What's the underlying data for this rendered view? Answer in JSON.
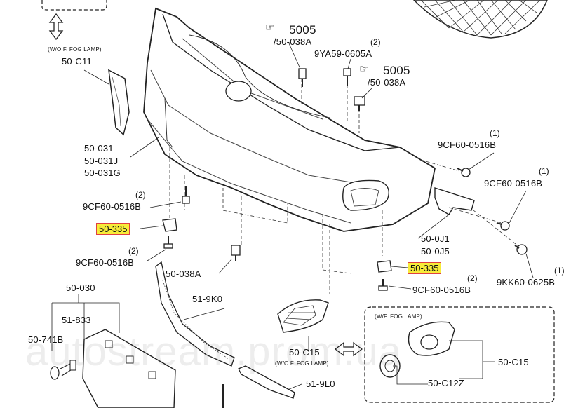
{
  "labels": {
    "fog_note_top": "(W/O F. FOG LAMP)",
    "c11": "50-C11",
    "p031": "50-031",
    "p031j": "50-031J",
    "p031g": "50-031G",
    "q_b_left": "(2)",
    "b_left": "9CF60-0516B",
    "p335_left": "50-335",
    "q_b_left2": "(2)",
    "b_left2": "9CF60-0516B",
    "p038a_mid": "50-038A",
    "p030": "50-030",
    "p833": "51-833",
    "p741b": "50-741B",
    "p9k0": "51-9K0",
    "p9l0": "51-9L0",
    "c15_mid": "50-C15",
    "fog_note_mid": "(W/O F. FOG LAMP)",
    "ref5005_a": "5005",
    "p038a_a": "/50-038A",
    "q_9ya": "(2)",
    "p9ya": "9YA59-0605A",
    "ref5005_b": "5005",
    "p038a_b": "/50-038A",
    "q_b_r1": "(1)",
    "b_r1": "9CF60-0516B",
    "q_b_r2": "(1)",
    "b_r2": "9CF60-0516B",
    "p0j1": "50-0J1",
    "p0j5": "50-0J5",
    "p335_right": "50-335",
    "q_b_r3": "(2)",
    "b_r3": "9CF60-0516B",
    "q_9kk": "(1)",
    "p9kk": "9KK60-0625B",
    "fog_note_box": "(W/F. FOG LAMP)",
    "c15_box": "50-C15",
    "c12z": "50-C12Z"
  },
  "watermark": "autostream.prom.ua",
  "icons": {
    "hand": "pointing-hand-icon",
    "arrow": "double-arrow-icon"
  },
  "colors": {
    "highlight": "#f7ec39",
    "highlight_border": "#e04040",
    "line": "#111111"
  }
}
